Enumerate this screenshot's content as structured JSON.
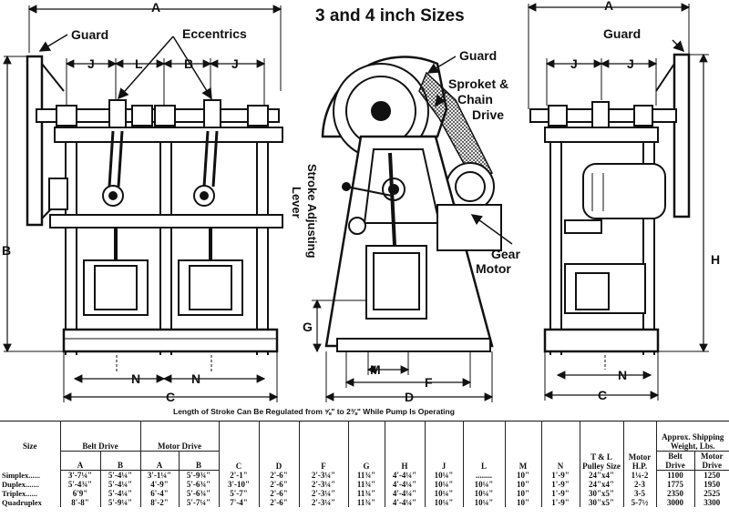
{
  "title": "3 and 4 inch Sizes",
  "labels": {
    "guard_left": "Guard",
    "eccentrics": "Eccentrics",
    "guard_center": "Guard",
    "sprocket": "Sproket &",
    "chain": "Chain",
    "drive": "Drive",
    "stroke_adj_1": "Stroke Adjusting",
    "stroke_adj_2": "Lever",
    "gear": "Gear",
    "motor": "Motor",
    "guard_right": "Guard"
  },
  "dims": {
    "A": "A",
    "J": "J",
    "L": "L",
    "B": "B",
    "N": "N",
    "C": "C",
    "G": "G",
    "M": "M",
    "F": "F",
    "D": "D",
    "H": "H"
  },
  "note": "Length of Stroke Can Be Regulated from ⅝\" to 2⅜\" While Pump Is Operating",
  "table": {
    "headers": {
      "size": "Size",
      "belt_drive": "Belt Drive",
      "motor_drive": "Motor Drive",
      "a": "A",
      "b": "B",
      "a2": "A",
      "b2": "B",
      "c": "C",
      "d": "D",
      "f": "F",
      "g": "G",
      "h": "H",
      "j": "J",
      "l": "L",
      "m": "M",
      "n": "N",
      "tl_pulley": "T & L Pulley Size",
      "motor_hp": "Motor H.P.",
      "shipping": "Approx. Shipping Weight, Lbs.",
      "belt_drive_w": "Belt Drive",
      "motor_drive_w": "Motor Drive"
    },
    "rows": [
      [
        "Simplex......",
        "3'-7¼\"",
        "5'-4¼\"",
        "3'-1¼\"",
        "5'-9¾\"",
        "2'-1\"",
        "2'-6\"",
        "2'-3¼\"",
        "11¾\"",
        "4'-4¼\"",
        "10¼\"",
        "........",
        "10\"",
        "1'-9\"",
        "24\"x4\"",
        "1¼-2",
        "1100",
        "1250"
      ],
      [
        "Duplex.......",
        "5'-4¾\"",
        "5'-4¼\"",
        "4'-9\"",
        "5'-6¾\"",
        "3'-10\"",
        "2'-6\"",
        "2'-3¼\"",
        "11¾\"",
        "4'-4¼\"",
        "10¼\"",
        "10¼\"",
        "10\"",
        "1'-9\"",
        "24\"x4\"",
        "2-3",
        "1775",
        "1950"
      ],
      [
        "Triplex......",
        "6'9\"",
        "5'-4¼\"",
        "6'-4\"",
        "5'-6¾\"",
        "5'-7\"",
        "2'-6\"",
        "2'-3¼\"",
        "11¾\"",
        "4'-4¼\"",
        "10¼\"",
        "10¼\"",
        "10\"",
        "1'-9\"",
        "30\"x5\"",
        "3-5",
        "2350",
        "2525"
      ],
      [
        "Quadruplex",
        "8'-8\"",
        "5'-9¼\"",
        "8'-2\"",
        "5'-7¼\"",
        "7'-4\"",
        "2'-6\"",
        "2'-3¼\"",
        "11¾\"",
        "4'-4¼\"",
        "10¼\"",
        "10¼\"",
        "10\"",
        "1'-9\"",
        "30\"x5\"",
        "5-7½",
        "3000",
        "3300"
      ]
    ]
  }
}
